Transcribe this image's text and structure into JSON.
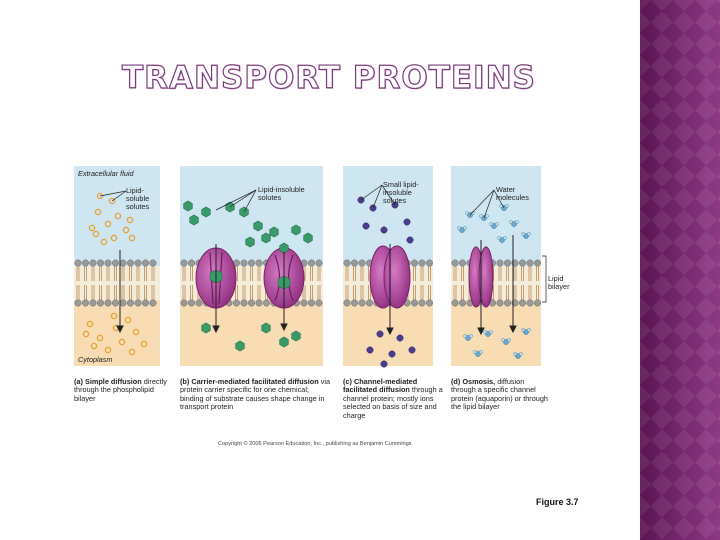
{
  "slide": {
    "title": "TRANSPORT PROTEINS",
    "figure_ref": "Figure 3.7"
  },
  "figure": {
    "extracellular_label": "Extracellular fluid",
    "cytoplasm_label": "Cytoplasm",
    "lipid_bilayer_label": "Lipid bilayer",
    "panel_a": {
      "solute_label": "Lipid-soluble solutes",
      "caption_letter": "(a)",
      "caption_title": "Simple diffusion",
      "caption_body": "directly through the phospholipid bilayer"
    },
    "panel_b": {
      "solute_label": "Lipid-insoluble solutes",
      "caption_letter": "(b)",
      "caption_title": "Carrier-mediated facilitated diffusion",
      "caption_body": "via protein carrier specific for one chemical; binding of substrate causes shape change in transport protein"
    },
    "panel_c": {
      "solute_label": "Small lipid-insoluble solutes",
      "caption_letter": "(c)",
      "caption_title": "Channel-mediated facilitated diffusion",
      "caption_body": "through a channel protein; mostly ions selected on basis of size and charge"
    },
    "panel_d": {
      "solute_label": "Water molecules",
      "caption_letter": "(d)",
      "caption_title": "Osmosis,",
      "caption_body": "diffusion through a specific channel protein (aquaporin) or through the lipid bilayer"
    },
    "copyright": "Copyright © 2006 Pearson Education, Inc., publishing as Benjamin Cummings."
  },
  "colors": {
    "extracellular": "#cde6f2",
    "cytoplasm": "#f8dcb4",
    "protein": "#b5479f",
    "hexagon": "#3a9a6a",
    "ion": "#4b3d8f",
    "lipid_solute": "#e8a030",
    "water": "#6aa8d0",
    "side_band": "#6b1f63"
  }
}
